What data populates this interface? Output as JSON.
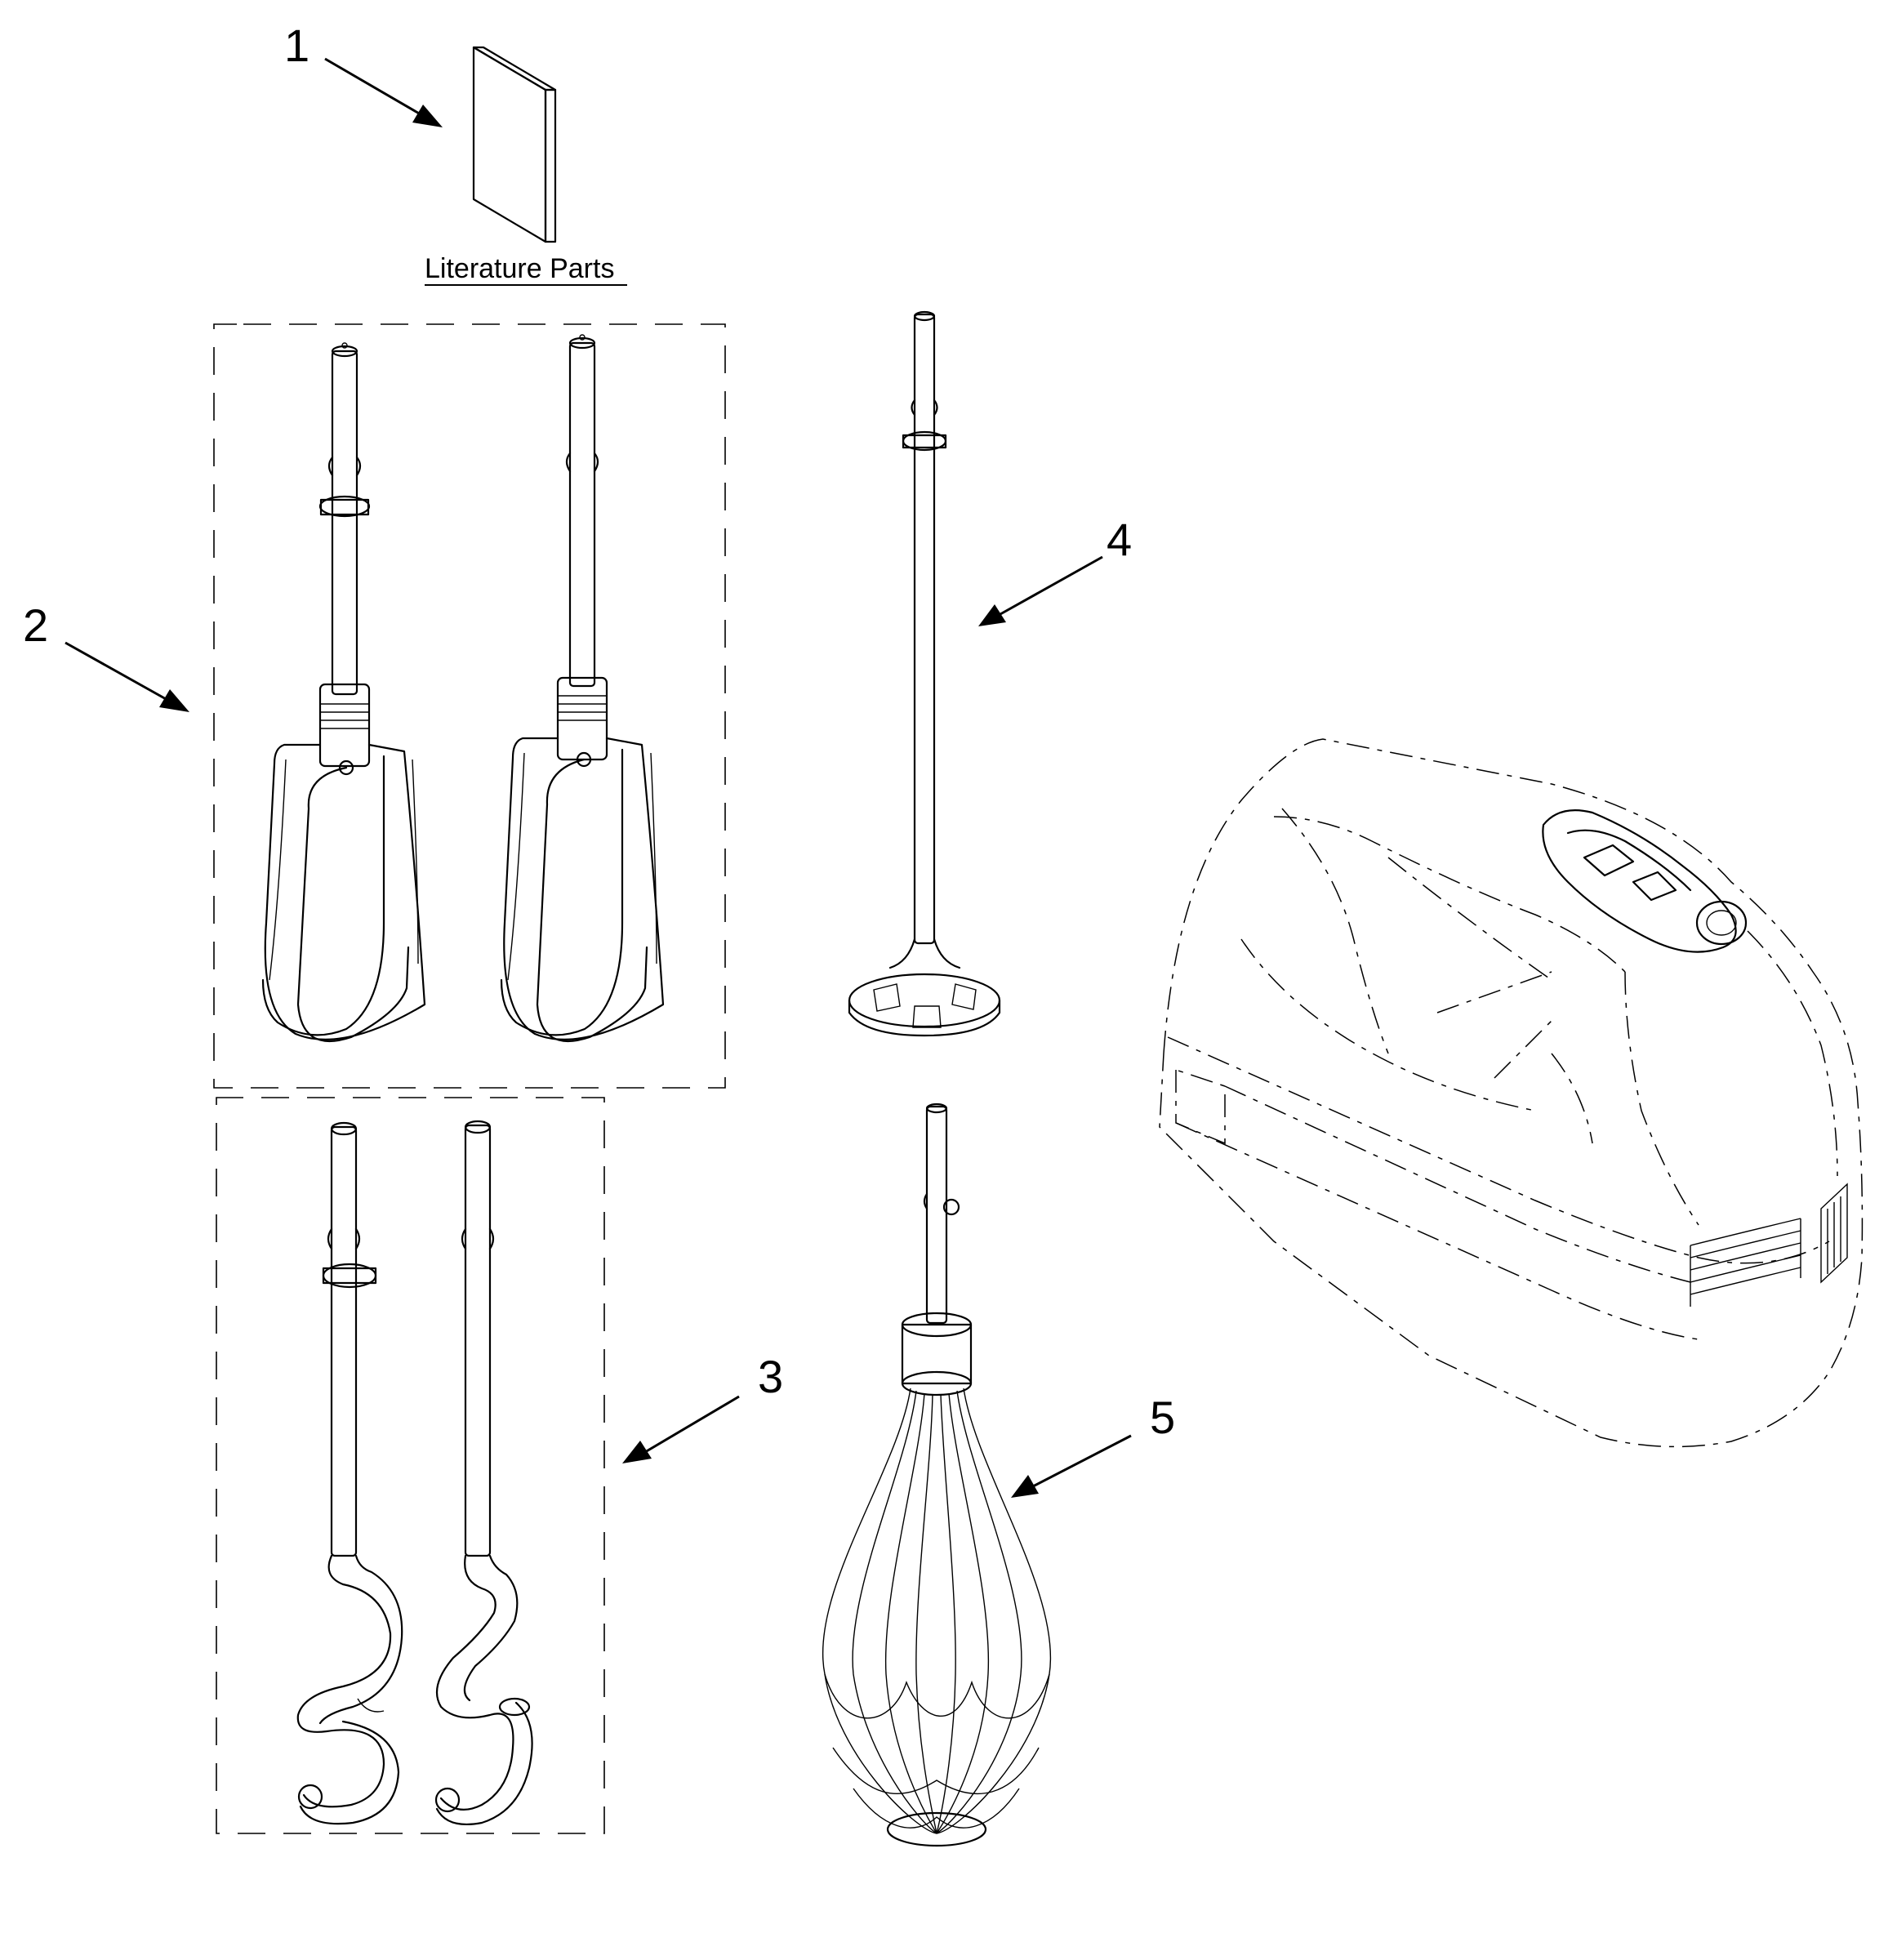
{
  "callouts": {
    "c1": "1",
    "c2": "2",
    "c3": "3",
    "c4": "4",
    "c5": "5"
  },
  "literature_caption": "Literature Parts"
}
